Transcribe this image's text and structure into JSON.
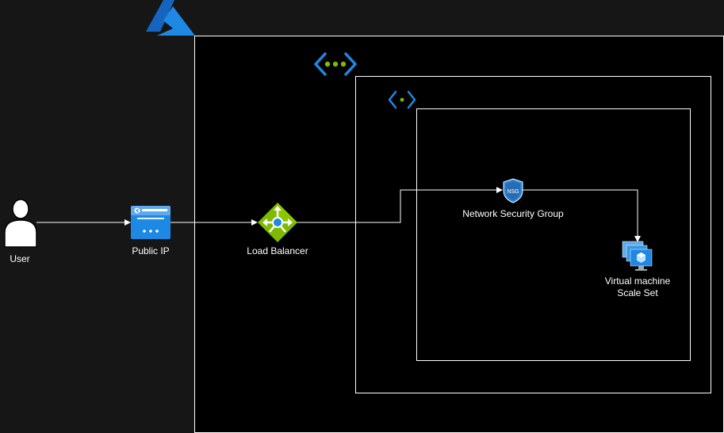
{
  "colors": {
    "background": "#161616",
    "container_fill": "#000000",
    "border": "#ffffff",
    "connector": "#ffffff",
    "azure_blue": "#1e6fb8",
    "vnet_dot_green": "#7fba00"
  },
  "nodes": {
    "user": {
      "label": "User",
      "icon": "user-icon"
    },
    "public_ip": {
      "label": "Public IP",
      "icon": "public-ip-icon"
    },
    "load_balancer": {
      "label": "Load Balancer",
      "icon": "load-balancer-icon"
    },
    "nsg": {
      "label": "Network Security Group",
      "icon": "nsg-icon",
      "badge": "NSG"
    },
    "vmss": {
      "label": "Virtual machine\nScale Set",
      "icon": "vmss-icon"
    }
  },
  "containers": {
    "azure": {
      "icon": "azure-logo-icon"
    },
    "vnet": {
      "icon": "virtual-network-icon"
    },
    "subnet": {
      "icon": "subnet-icon"
    }
  },
  "edges": [
    {
      "from": "user",
      "to": "public_ip"
    },
    {
      "from": "public_ip",
      "to": "load_balancer"
    },
    {
      "from": "load_balancer",
      "to": "nsg"
    },
    {
      "from": "nsg",
      "to": "vmss"
    }
  ]
}
